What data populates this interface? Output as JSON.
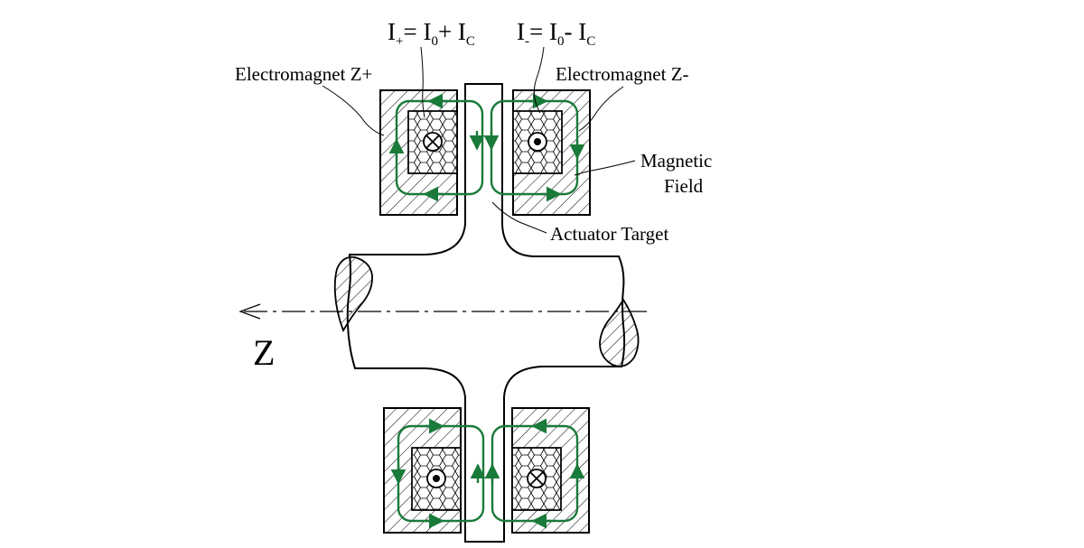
{
  "formulas": {
    "i_plus": {
      "lhs": "I",
      "lhs_sub": "+",
      "eq": "= I",
      "a_sub": "0",
      "op": "+ I",
      "b_sub": "C"
    },
    "i_minus": {
      "lhs": "I",
      "lhs_sub": "-",
      "eq": "= I",
      "a_sub": "0",
      "op": "- I",
      "b_sub": "C"
    }
  },
  "labels": {
    "electromagnet_zplus": "Electromagnet Z+",
    "electromagnet_zminus": "Electromagnet Z-",
    "magnetic_field_line1": "Magnetic",
    "magnetic_field_line2": "Field",
    "actuator_target": "Actuator Target",
    "axis": "Z"
  },
  "colors": {
    "field_lines": "#1a7a3a",
    "outline": "#000000",
    "background": "#ffffff"
  }
}
